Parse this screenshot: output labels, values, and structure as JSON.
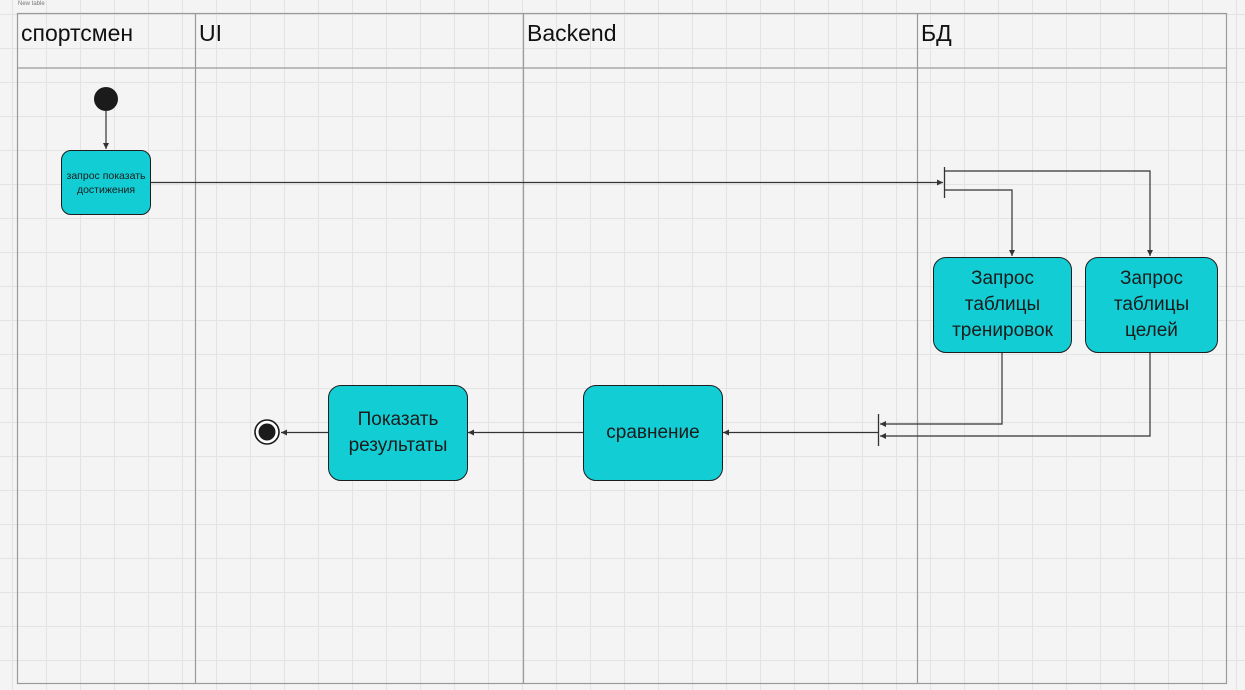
{
  "board": {
    "caption": "New table"
  },
  "lanes": [
    {
      "label": "спортсмен"
    },
    {
      "label": "UI"
    },
    {
      "label": "Backend"
    },
    {
      "label": "БД"
    }
  ],
  "nodes": {
    "request_achievements": "запрос показать\nдостижения",
    "query_trainings": "Запрос\nтаблицы\nтренировок",
    "query_goals": "Запрос\nтаблицы\nцелей",
    "comparison": "сравнение",
    "show_results": "Показать\nрезультаты"
  },
  "colors": {
    "activity_fill": "#13cdd4",
    "stroke": "#1d1d1d",
    "lane_border": "#9a9a9a",
    "background": "#f4f4f4"
  }
}
